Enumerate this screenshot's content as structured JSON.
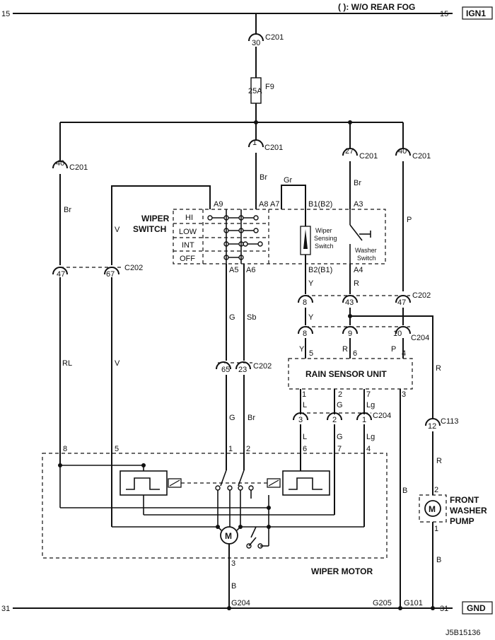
{
  "rails": {
    "top_left": "15",
    "top_right": "15",
    "top_note": "( ): W/O REAR FOG",
    "top_tag": "IGN1",
    "bottom_left": "31",
    "bottom_right": "31",
    "bottom_tag": "GND"
  },
  "fuse": {
    "connector": "C201",
    "pin": "30",
    "rating": "25A",
    "name": "F9"
  },
  "connectors": {
    "c201_1": "1",
    "c201_27": "27",
    "c201_40": "40",
    "c201_40b": "40",
    "c201_label": "C201",
    "c202_label": "C202",
    "c204_label": "C204",
    "c113_label": "C113"
  },
  "wires": {
    "br": "Br",
    "gr": "Gr",
    "v": "V",
    "p": "P",
    "r": "R",
    "y": "Y",
    "rl": "RL",
    "g": "G",
    "sb": "Sb",
    "l": "L",
    "lg": "Lg",
    "b": "B"
  },
  "switch": {
    "title_line1": "WIPER",
    "title_line2": "SWITCH",
    "positions": [
      "HI",
      "LOW",
      "INT",
      "OFF"
    ],
    "pins_top": [
      "A9",
      "A8",
      "A7",
      "B1(B2)",
      "A3"
    ],
    "pins_bottom": [
      "A5",
      "A6",
      "B2(B1)",
      "A4"
    ],
    "sensing_line1": "Wiper",
    "sensing_line2": "Sensing",
    "sensing_line3": "Switch",
    "washer_line1": "Washer",
    "washer_line2": "Switch"
  },
  "c202_pins": [
    "47",
    "67",
    "8",
    "43",
    "47",
    "65",
    "23"
  ],
  "c204_pins_top": [
    "8",
    "9",
    "10"
  ],
  "rain_sensor": {
    "label": "RAIN SENSOR UNIT",
    "pins_top": [
      "5",
      "6",
      "4"
    ],
    "pins_bottom": [
      "1",
      "2",
      "7",
      "3"
    ]
  },
  "c204_lower_pins": [
    "3",
    "2",
    "1"
  ],
  "motor": {
    "label": "WIPER MOTOR",
    "pins": [
      "8",
      "5",
      "1",
      "2",
      "6",
      "7",
      "4",
      "3"
    ]
  },
  "pump": {
    "line1": "FRONT",
    "line2": "WASHER",
    "line3": "PUMP",
    "pins": [
      "2",
      "1"
    ],
    "c113_pin": "12"
  },
  "grounds": [
    "G204",
    "G205",
    "G101"
  ],
  "diagram_id": "J5B15136"
}
